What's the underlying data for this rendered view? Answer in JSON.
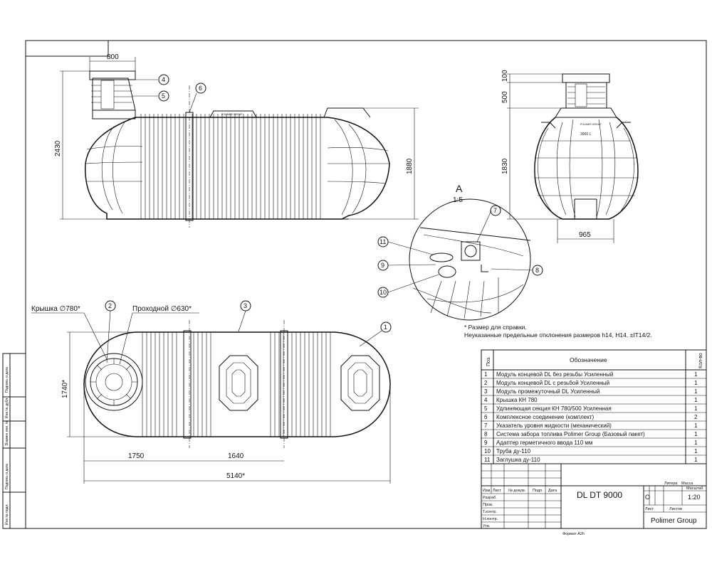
{
  "drawing": {
    "title_code": "DL DT 9000",
    "company": "Polimer Group",
    "scale": "1:20",
    "letter": "O",
    "format": "Формат A2h"
  },
  "notes": {
    "line1": "* Размер для справки.",
    "line2": "Неуказанные предельные отклонения размеров h14, H14, ±IT14/2."
  },
  "side_view": {
    "dim_top": "800",
    "dim_height": "2430",
    "dim_body": "1880",
    "callout_4": "4",
    "callout_5": "5",
    "callout_6": "6",
    "cap_text": "POLIMER GROUP"
  },
  "end_view": {
    "dim_cap": "100",
    "dim_neck": "500",
    "dim_body": "1830",
    "dim_base": "965",
    "label": "3000 L",
    "cap_text": "POLIMER GROUP"
  },
  "detail": {
    "title": "А",
    "scale": "1:5",
    "callouts": [
      "7",
      "8",
      "9",
      "10",
      "11"
    ]
  },
  "plan_view": {
    "label_lid": "Крышка ∅780*",
    "label_pass": "Проходной ∅630*",
    "dim_width": "1740*",
    "dim_1750": "1750",
    "dim_1640": "1640",
    "dim_total": "5140*",
    "callout_1": "1",
    "callout_2": "2",
    "callout_3": "3"
  },
  "parts_table": {
    "headers": {
      "pos": "Поз.",
      "name": "Обозначение",
      "qty": "Кол-во"
    },
    "rows": [
      {
        "pos": "1",
        "name": "Модуль концевой DL без резьбы Усиленный",
        "qty": "1"
      },
      {
        "pos": "2",
        "name": "Модуль концевой DL с резьбой Усиленный",
        "qty": "1"
      },
      {
        "pos": "3",
        "name": "Модуль промежуточный DL Усиленный",
        "qty": "1"
      },
      {
        "pos": "4",
        "name": "Крышка КН 780",
        "qty": "1"
      },
      {
        "pos": "5",
        "name": "Удлиняющая секция КН 780/500 Усиленная",
        "qty": "1"
      },
      {
        "pos": "6",
        "name": "Комплексное соединение (комплект)",
        "qty": "2"
      },
      {
        "pos": "7",
        "name": "Указатель уровня жидкости (механический)",
        "qty": "1"
      },
      {
        "pos": "8",
        "name": "Система забора топлива Polimer Group (Базовый пакет)",
        "qty": "1"
      },
      {
        "pos": "9",
        "name": "Адаптер герметичного ввода 110 мм",
        "qty": "1"
      },
      {
        "pos": "10",
        "name": "Труба ду-110",
        "qty": "1"
      },
      {
        "pos": "11",
        "name": "Заглушка ду-110",
        "qty": "1"
      }
    ]
  },
  "title_block": {
    "izm": "Изм.",
    "list": "Лист",
    "ndoc": "№ докум.",
    "podp": "Подп.",
    "data": "Дата",
    "razrab": "Разраб.",
    "prov": "Пров.",
    "tkontr": "Т.контр.",
    "nkontr": "Н.контр.",
    "utv": "Утв.",
    "litera": "Литера",
    "massa": "Масса",
    "masshtab": "Масштаб",
    "sheet": "Лист",
    "sheets": "Листов"
  },
  "side_strip": {
    "labels": [
      "Подпись и дата",
      "Инв.№ дубл.",
      "Взамен инв. №",
      "Подпись и дата",
      "Инв.№ подл."
    ]
  }
}
